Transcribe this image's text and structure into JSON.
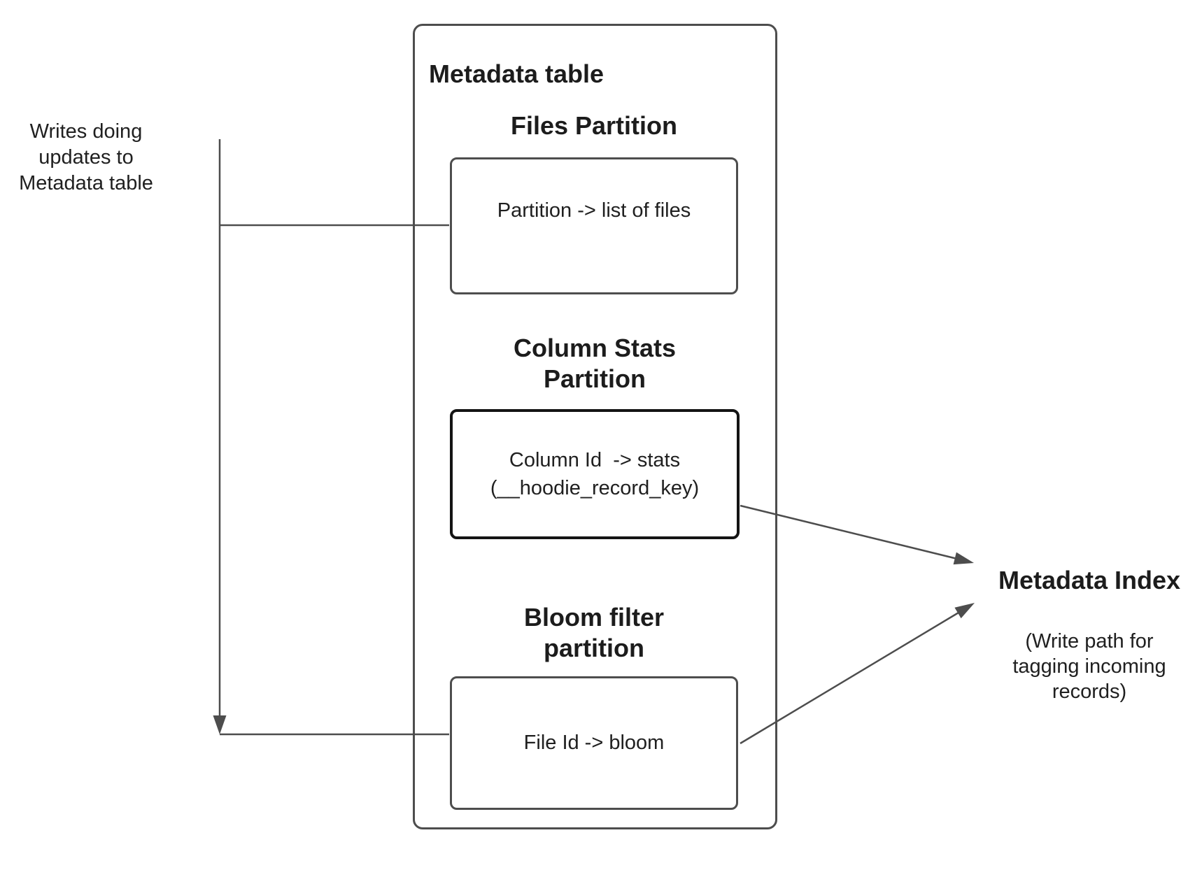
{
  "colors": {
    "background": "#ffffff",
    "stroke": "#4d4d4d",
    "emphasis_box_border": "#141414",
    "text": "#202020"
  },
  "annotations": {
    "writes_label": {
      "lines": [
        "Writes doing",
        "updates to",
        "Metadata table"
      ]
    }
  },
  "metadata_table": {
    "title": "Metadata table",
    "sections": {
      "files": {
        "heading": "Files Partition",
        "box_text": "Partition -> list of files"
      },
      "column_stats": {
        "heading_lines": [
          "Column Stats",
          "Partition"
        ],
        "box_text_lines": [
          "Column Id  -> stats",
          "(__hoodie_record_key)"
        ]
      },
      "bloom": {
        "heading_lines": [
          "Bloom filter",
          "partition"
        ],
        "box_text": "File Id -> bloom"
      }
    }
  },
  "metadata_index": {
    "title": "Metadata Index",
    "subtitle_lines": [
      "(Write path for",
      "tagging incoming",
      "records)"
    ]
  }
}
